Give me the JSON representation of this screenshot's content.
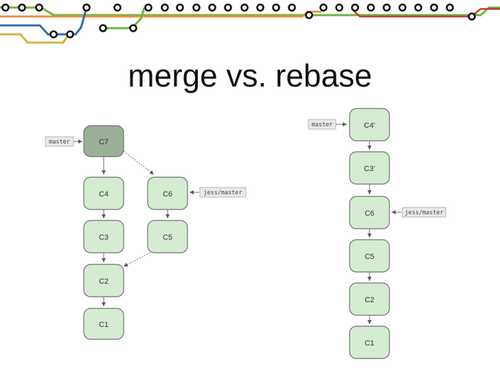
{
  "slide": {
    "title": "merge vs. rebase"
  },
  "colors": {
    "commit_fill": "#d5ecd2",
    "commit_head_fill": "#9aaf98",
    "ref_fill": "#e9e9e9",
    "metro_green": "#6db33f",
    "metro_orange": "#e8923b",
    "metro_blue": "#2d6ea3",
    "metro_yellow": "#d4b53a",
    "metro_red": "#c0392b"
  },
  "merge_diagram": {
    "commits": [
      {
        "id": "C7",
        "head": true
      },
      {
        "id": "C4"
      },
      {
        "id": "C3"
      },
      {
        "id": "C2"
      },
      {
        "id": "C1"
      },
      {
        "id": "C6"
      },
      {
        "id": "C5"
      }
    ],
    "refs": [
      {
        "label": "master",
        "target": "C7"
      },
      {
        "label": "jess/master",
        "target": "C6"
      }
    ]
  },
  "rebase_diagram": {
    "commits": [
      {
        "id": "C4'"
      },
      {
        "id": "C3'"
      },
      {
        "id": "C6"
      },
      {
        "id": "C5"
      },
      {
        "id": "C2"
      },
      {
        "id": "C1"
      }
    ],
    "refs": [
      {
        "label": "master",
        "target": "C4'"
      },
      {
        "label": "jess/master",
        "target": "C6"
      }
    ]
  }
}
